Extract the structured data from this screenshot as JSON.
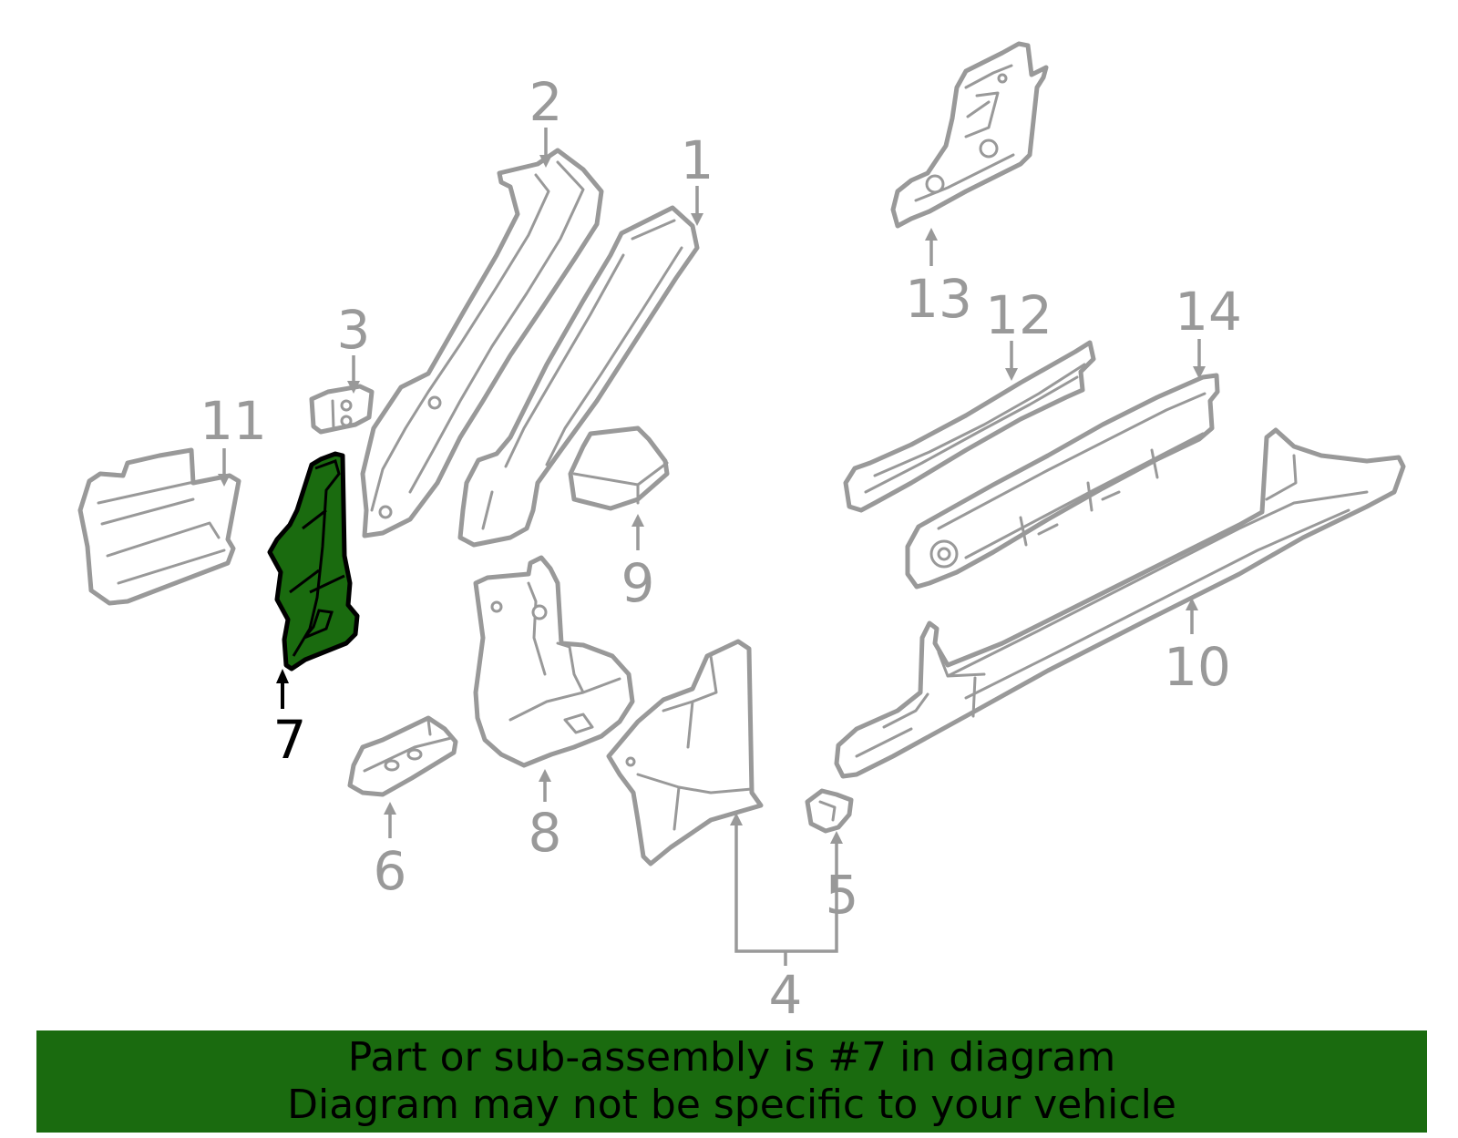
{
  "diagram": {
    "highlight_color": "#1a6b0f",
    "highlighted_part": "7",
    "callouts": [
      {
        "id": "c1",
        "label": "1"
      },
      {
        "id": "c2",
        "label": "2"
      },
      {
        "id": "c3",
        "label": "3"
      },
      {
        "id": "c4",
        "label": "4"
      },
      {
        "id": "c5",
        "label": "5"
      },
      {
        "id": "c6",
        "label": "6"
      },
      {
        "id": "c7",
        "label": "7"
      },
      {
        "id": "c8",
        "label": "8"
      },
      {
        "id": "c9",
        "label": "9"
      },
      {
        "id": "c10",
        "label": "10"
      },
      {
        "id": "c11",
        "label": "11"
      },
      {
        "id": "c12",
        "label": "12"
      },
      {
        "id": "c13",
        "label": "13"
      },
      {
        "id": "c14",
        "label": "14"
      }
    ]
  },
  "banner": {
    "line1": "Part or sub-assembly is #7 in diagram",
    "line2": "Diagram may not be specific to your vehicle",
    "background": "#1a6b0f"
  }
}
